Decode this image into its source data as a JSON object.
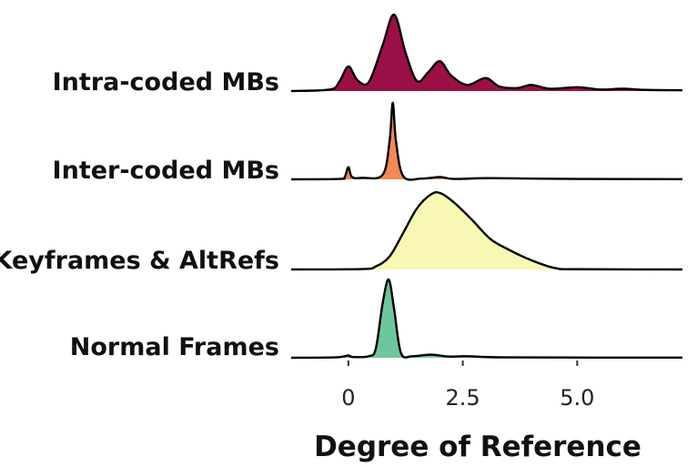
{
  "chart_data": {
    "type": "ridgeline",
    "xlabel": "Degree of Reference",
    "xlim": [
      -1.25,
      7.3
    ],
    "xticks": [
      0,
      2.5,
      5.0
    ],
    "xtick_labels": [
      "0",
      "2.5",
      "5.0"
    ],
    "series": [
      {
        "name": "Intra-coded MBs",
        "color": "#9b0f47",
        "density": [
          {
            "x": -1.25,
            "y": 0
          },
          {
            "x": -0.4,
            "y": 0.02
          },
          {
            "x": -0.2,
            "y": 0.12
          },
          {
            "x": 0,
            "y": 0.32
          },
          {
            "x": 0.2,
            "y": 0.14
          },
          {
            "x": 0.45,
            "y": 0.12
          },
          {
            "x": 0.75,
            "y": 0.6
          },
          {
            "x": 1.0,
            "y": 1.0
          },
          {
            "x": 1.25,
            "y": 0.5
          },
          {
            "x": 1.5,
            "y": 0.13
          },
          {
            "x": 1.75,
            "y": 0.25
          },
          {
            "x": 2.0,
            "y": 0.39
          },
          {
            "x": 2.25,
            "y": 0.2
          },
          {
            "x": 2.6,
            "y": 0.08
          },
          {
            "x": 3.0,
            "y": 0.17
          },
          {
            "x": 3.3,
            "y": 0.06
          },
          {
            "x": 3.7,
            "y": 0.04
          },
          {
            "x": 4.0,
            "y": 0.08
          },
          {
            "x": 4.4,
            "y": 0.03
          },
          {
            "x": 5.0,
            "y": 0.05
          },
          {
            "x": 5.5,
            "y": 0.02
          },
          {
            "x": 6.0,
            "y": 0.03
          },
          {
            "x": 6.5,
            "y": 0.015
          },
          {
            "x": 7.3,
            "y": 0.01
          }
        ]
      },
      {
        "name": "Inter-coded MBs",
        "color": "#f28a52",
        "density": [
          {
            "x": -1.25,
            "y": 0
          },
          {
            "x": -0.2,
            "y": 0.005
          },
          {
            "x": -0.08,
            "y": 0.03
          },
          {
            "x": 0,
            "y": 0.16
          },
          {
            "x": 0.08,
            "y": 0.03
          },
          {
            "x": 0.3,
            "y": 0.02
          },
          {
            "x": 0.75,
            "y": 0.06
          },
          {
            "x": 0.9,
            "y": 0.5
          },
          {
            "x": 0.97,
            "y": 1.0
          },
          {
            "x": 1.04,
            "y": 0.5
          },
          {
            "x": 1.2,
            "y": 0.04
          },
          {
            "x": 1.6,
            "y": 0.01
          },
          {
            "x": 2.0,
            "y": 0.03
          },
          {
            "x": 2.3,
            "y": 0.005
          },
          {
            "x": 3.0,
            "y": 0.015
          },
          {
            "x": 4.0,
            "y": 0.01
          },
          {
            "x": 5.0,
            "y": 0.005
          },
          {
            "x": 7.3,
            "y": 0.002
          }
        ]
      },
      {
        "name": "Keyframes & AltRefs",
        "color": "#f8f7b4",
        "density": [
          {
            "x": -1.25,
            "y": 0
          },
          {
            "x": 0.3,
            "y": 0.005
          },
          {
            "x": 0.6,
            "y": 0.04
          },
          {
            "x": 0.9,
            "y": 0.17
          },
          {
            "x": 1.2,
            "y": 0.48
          },
          {
            "x": 1.5,
            "y": 0.8
          },
          {
            "x": 1.8,
            "y": 0.98
          },
          {
            "x": 2.0,
            "y": 1.0
          },
          {
            "x": 2.3,
            "y": 0.88
          },
          {
            "x": 2.7,
            "y": 0.65
          },
          {
            "x": 3.1,
            "y": 0.4
          },
          {
            "x": 3.5,
            "y": 0.26
          },
          {
            "x": 4.0,
            "y": 0.12
          },
          {
            "x": 4.5,
            "y": 0.02
          },
          {
            "x": 5.0,
            "y": 0.003
          },
          {
            "x": 7.3,
            "y": 0
          }
        ]
      },
      {
        "name": "Normal Frames",
        "color": "#6cc79c",
        "density": [
          {
            "x": -1.25,
            "y": 0
          },
          {
            "x": -0.3,
            "y": 0.005
          },
          {
            "x": -0.08,
            "y": 0.02
          },
          {
            "x": 0,
            "y": 0.03
          },
          {
            "x": 0.1,
            "y": 0.01
          },
          {
            "x": 0.45,
            "y": 0.02
          },
          {
            "x": 0.6,
            "y": 0.12
          },
          {
            "x": 0.75,
            "y": 0.7
          },
          {
            "x": 0.88,
            "y": 1.0
          },
          {
            "x": 1.0,
            "y": 0.62
          },
          {
            "x": 1.15,
            "y": 0.06
          },
          {
            "x": 1.4,
            "y": 0.02
          },
          {
            "x": 1.8,
            "y": 0.04
          },
          {
            "x": 2.2,
            "y": 0.015
          },
          {
            "x": 2.6,
            "y": 0.02
          },
          {
            "x": 3.5,
            "y": 0.005
          },
          {
            "x": 7.3,
            "y": 0.002
          }
        ]
      }
    ]
  }
}
